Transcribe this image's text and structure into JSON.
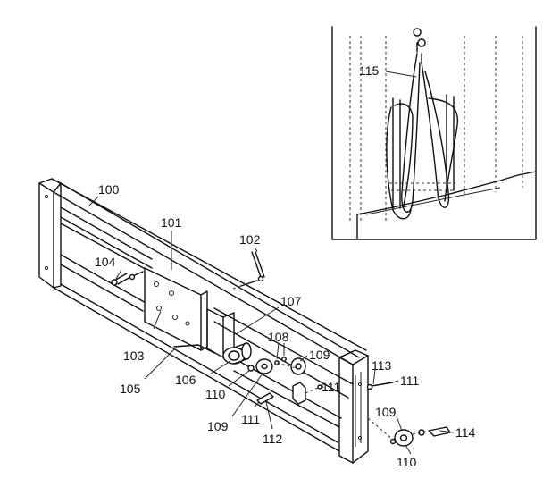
{
  "callouts": {
    "c100": "100",
    "c101": "101",
    "c102": "102",
    "c103": "103",
    "c104": "104",
    "c105": "105",
    "c106": "106",
    "c107": "107",
    "c108": "108",
    "c109a": "109",
    "c109b": "109",
    "c109c": "109",
    "c110a": "110",
    "c110b": "110",
    "c111a": "111",
    "c111b": "111",
    "c111c": "111",
    "c112": "112",
    "c113": "113",
    "c114": "114",
    "c115": "115"
  }
}
